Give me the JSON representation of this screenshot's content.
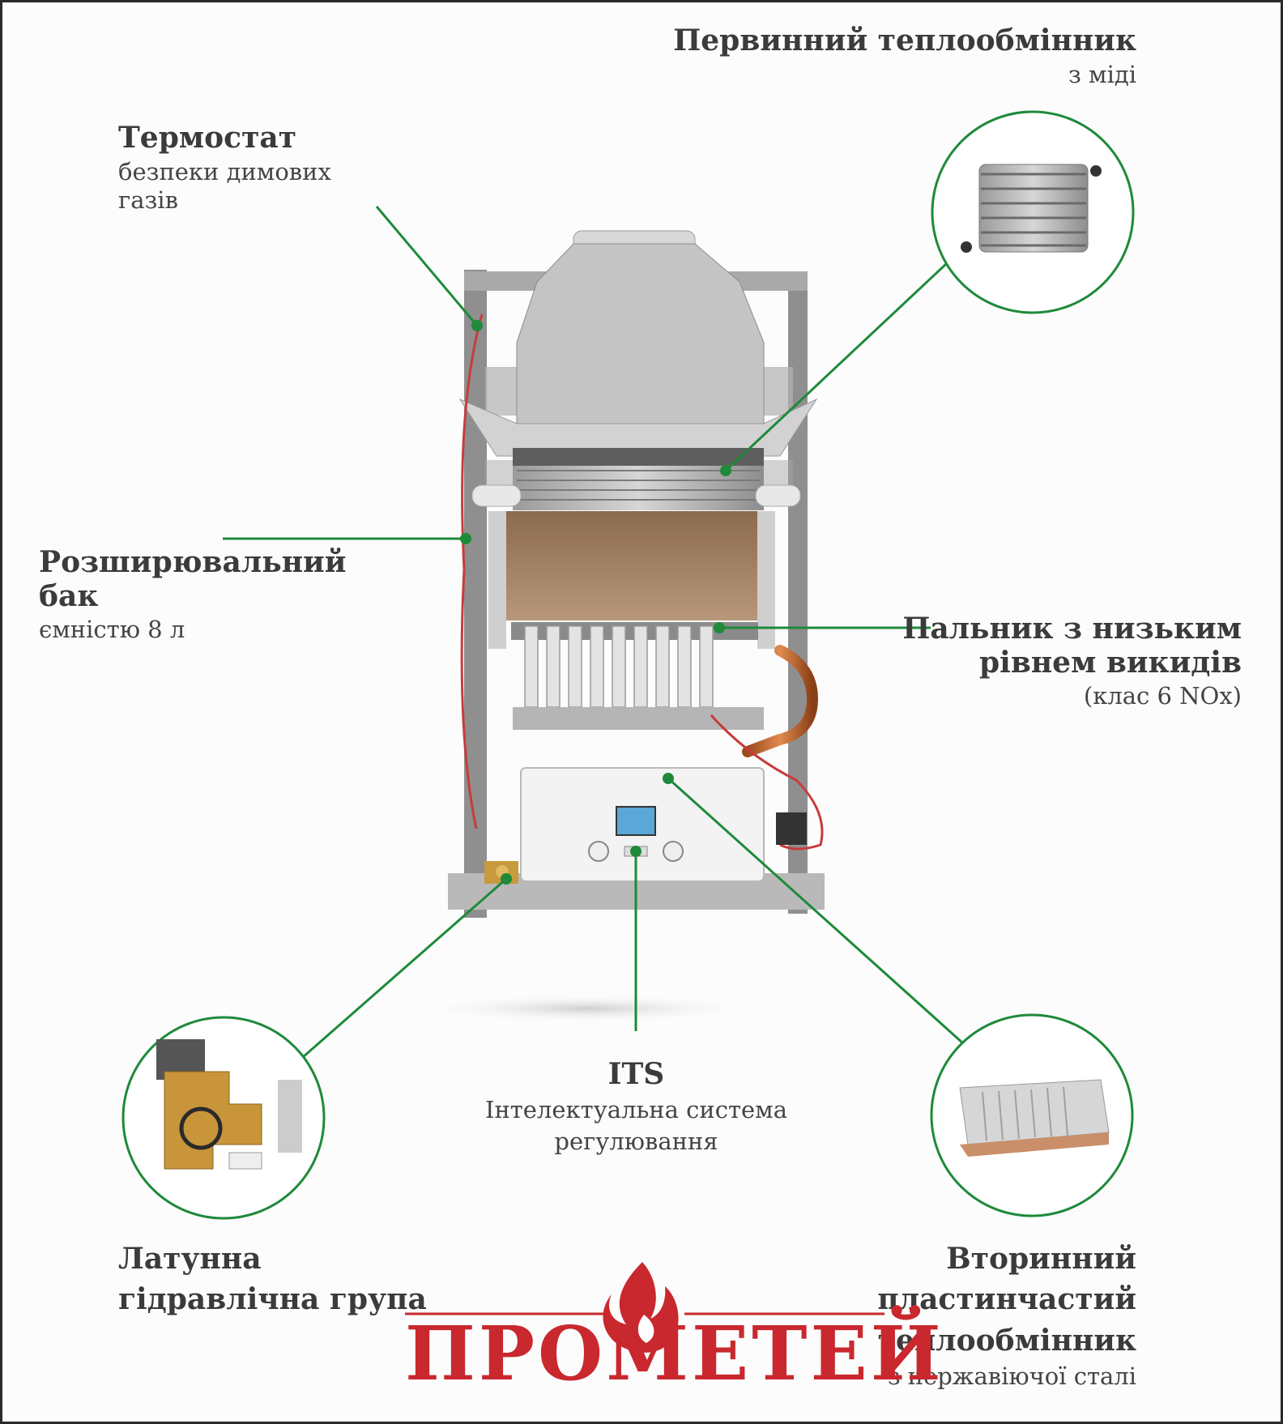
{
  "callouts": {
    "primary_hx": {
      "title": "Первинний теплообмінник",
      "sub": "з міді"
    },
    "thermostat": {
      "title": "Термостат",
      "sub1": "безпеки димових",
      "sub2": "газів"
    },
    "expansion_tank": {
      "title1": "Розширювальний",
      "title2": "бак",
      "sub": "ємністю 8 л"
    },
    "burner": {
      "title1": "Пальник з низьким",
      "title2": "рівнем викидів",
      "sub": "(клас 6 NOx)"
    },
    "its": {
      "title": "ITS",
      "sub1": "Інтелектуальна система",
      "sub2": "регулювання"
    },
    "brass_group": {
      "title1": "Латунна",
      "title2": "гідравлічна група"
    },
    "secondary_hx": {
      "title1": "Вторинний",
      "title2": "пластинчастий",
      "title3": "теплообмінник",
      "sub": "з нержавіючої сталі"
    }
  },
  "brand": {
    "name": "ПРОМЕТЕЙ",
    "icon": "flame-icon",
    "color": "#c9282e"
  },
  "colors": {
    "leader_line": "#1e8a3a",
    "circle_border": "#1e8a3a"
  }
}
